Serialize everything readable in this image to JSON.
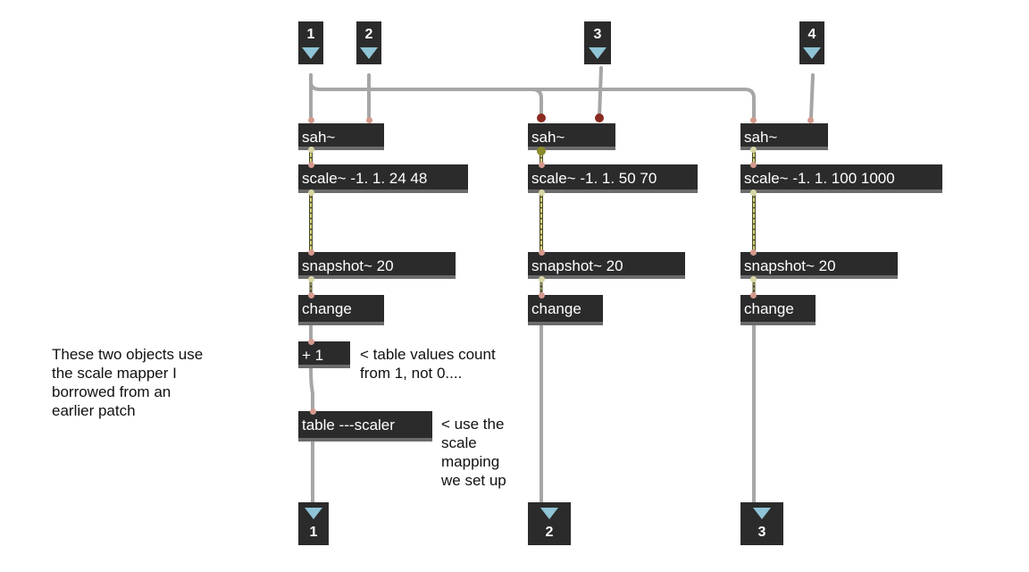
{
  "inlets": [
    {
      "id": "in1",
      "label": "1"
    },
    {
      "id": "in2",
      "label": "2"
    },
    {
      "id": "in3",
      "label": "3"
    },
    {
      "id": "in4",
      "label": "4"
    }
  ],
  "outlets": [
    {
      "id": "out1",
      "label": "1"
    },
    {
      "id": "out2",
      "label": "2"
    },
    {
      "id": "out3",
      "label": "3"
    }
  ],
  "objects": {
    "sah1": "sah~",
    "sah2": "sah~",
    "sah3": "sah~",
    "scale1": "scale~ -1. 1. 24 48",
    "scale2": "scale~ -1. 1. 50 70",
    "scale3": "scale~ -1. 1. 100 1000",
    "snap1": "snapshot~ 20",
    "snap2": "snapshot~ 20",
    "snap3": "snapshot~ 20",
    "change1": "change",
    "change2": "change",
    "change3": "change",
    "plus1": "+ 1",
    "table1": "table ---scaler"
  },
  "comments": {
    "left_note": "These two objects use\nthe scale mapper I\nborrowed from an\nearlier patch",
    "plus_note": "< table values count\nfrom 1, not 0....",
    "table_note": "< use the\nscale\nmapping\nwe set up"
  },
  "colors": {
    "object_bg": "#2b2b2b",
    "object_text": "#ffffff",
    "port_triangle": "#8fc3d6",
    "control_cord": "#a6a6a6",
    "signal_cord_dark": "#4a4a2e",
    "signal_cord_light": "#d8d878"
  }
}
